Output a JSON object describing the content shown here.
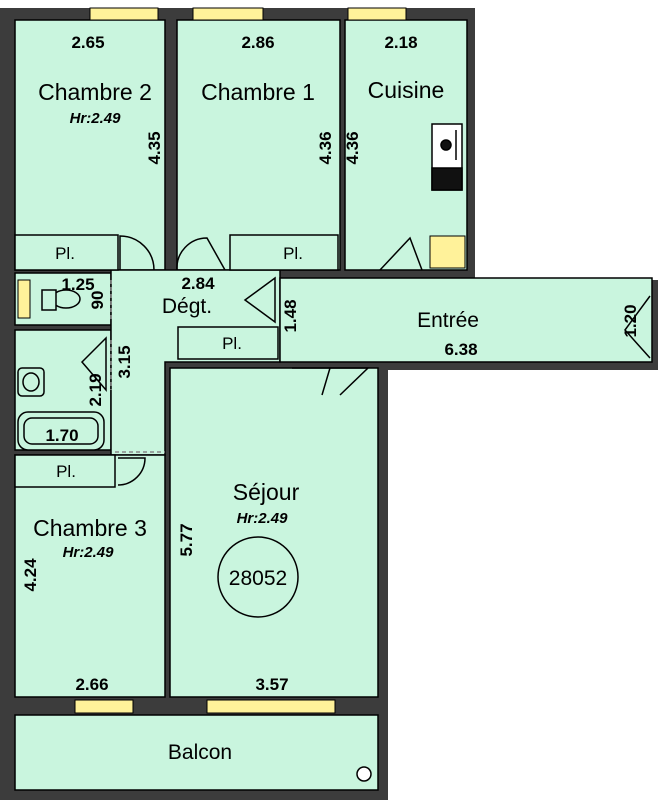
{
  "colors": {
    "room_fill": "#c9f5de",
    "wall": "#3a3a3a",
    "window": "#fff29a",
    "outline": "#000000"
  },
  "rooms": {
    "chambre2": {
      "name": "Chambre 2",
      "height": "Hr:2.49",
      "width": "2.65",
      "depth": "4.35"
    },
    "chambre1": {
      "name": "Chambre 1",
      "width": "2.86",
      "depth": "4.36"
    },
    "cuisine": {
      "name": "Cuisine",
      "width": "2.18",
      "depth": "4.36"
    },
    "wc": {
      "width": "1.25",
      "depth": "90"
    },
    "degt": {
      "name": "Dégt.",
      "width": "2.84",
      "depth": "1.48"
    },
    "entree": {
      "name": "Entrée",
      "width": "6.38",
      "depth": "1.20"
    },
    "sdb": {
      "depth": "2.19",
      "bath": "1.70",
      "corridor_depth": "3.15"
    },
    "chambre3": {
      "name": "Chambre 3",
      "height": "Hr:2.49",
      "width": "2.66",
      "depth": "4.24"
    },
    "sejour": {
      "name": "Séjour",
      "height": "Hr:2.49",
      "width": "3.57",
      "depth": "5.77",
      "ref": "28052"
    },
    "balcon": {
      "name": "Balcon"
    }
  },
  "closets": {
    "label": "Pl."
  },
  "icons": [
    "sink-icon",
    "toilet-icon",
    "washbasin-icon",
    "bathtub-icon",
    "cooktop-icon",
    "downpipe-icon",
    "door-swing-icon"
  ]
}
